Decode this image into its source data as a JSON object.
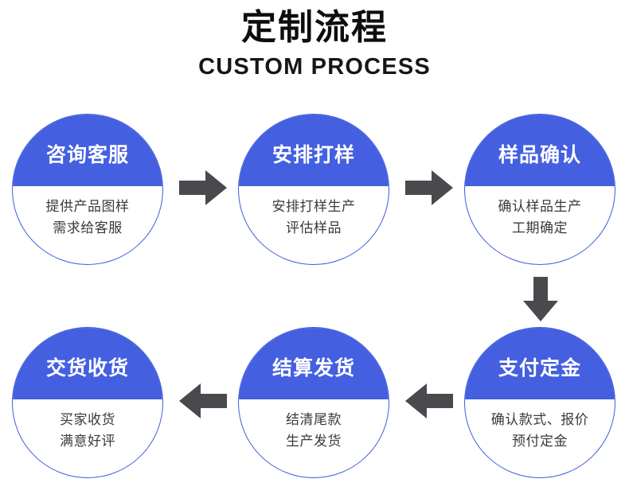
{
  "header": {
    "title_cn": "定制流程",
    "title_en": "CUSTOM PROCESS"
  },
  "colors": {
    "brand_blue": "#4460e0",
    "circle_border": "#3f5ddd",
    "arrow_gray": "#4a4a4e",
    "body_text": "#3a3a3a",
    "title_text": "#0d0d0d",
    "background": "#ffffff"
  },
  "nodes": [
    {
      "id": 1,
      "title": "咨询客服",
      "lines": [
        "提供产品图样",
        "需求给客服"
      ]
    },
    {
      "id": 2,
      "title": "安排打样",
      "lines": [
        "安排打样生产",
        "评估样品"
      ]
    },
    {
      "id": 3,
      "title": "样品确认",
      "lines": [
        "确认样品生产",
        "工期确定"
      ]
    },
    {
      "id": 4,
      "title": "支付定金",
      "lines": [
        "确认款式、报价",
        "预付定金"
      ]
    },
    {
      "id": 5,
      "title": "结算发货",
      "lines": [
        "结清尾款",
        "生产发货"
      ]
    },
    {
      "id": 6,
      "title": "交货收货",
      "lines": [
        "买家收货",
        "满意好评"
      ]
    }
  ],
  "arrows": [
    {
      "id": 1,
      "icon": "arrow-right-icon",
      "direction": "right",
      "from": "咨询客服",
      "to": "安排打样"
    },
    {
      "id": 2,
      "icon": "arrow-right-icon",
      "direction": "right",
      "from": "安排打样",
      "to": "样品确认"
    },
    {
      "id": 3,
      "icon": "arrow-down-icon",
      "direction": "down",
      "from": "样品确认",
      "to": "支付定金"
    },
    {
      "id": 4,
      "icon": "arrow-left-icon",
      "direction": "left",
      "from": "支付定金",
      "to": "结算发货"
    },
    {
      "id": 5,
      "icon": "arrow-left-icon",
      "direction": "left",
      "from": "结算发货",
      "to": "交货收货"
    }
  ]
}
